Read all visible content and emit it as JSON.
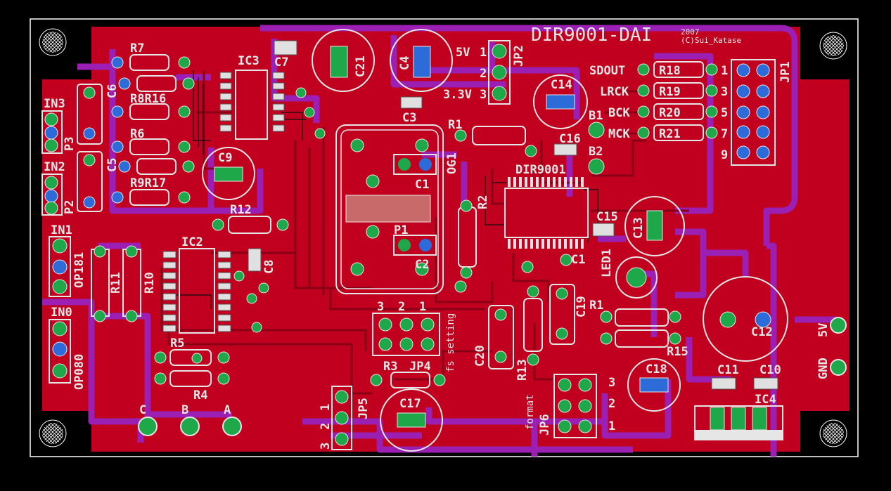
{
  "board": {
    "title": "DIR9001-DAI",
    "year": "2007",
    "copyright": "(C)Sui_Katase",
    "colors": {
      "background": "#000000",
      "copper_top": "#c0001e",
      "trace_bottom": "#9a1fb2",
      "trace_top": "#a8001a",
      "silkscreen": "#e6e6e6",
      "outline": "#ffffff",
      "via_green": "#1fa84a",
      "via_blue": "#2d6bd9"
    }
  },
  "labels": {
    "R7": "R7",
    "R8R16": "R8R16",
    "R6": "R6",
    "R9R17": "R9R17",
    "C6": "C6",
    "C5": "C5",
    "IN3": "IN3",
    "IN2": "IN2",
    "IN1": "IN1",
    "IN0": "IN0",
    "P3": "P3",
    "P2": "P2",
    "OP181": "OP181",
    "OP080": "OP080",
    "IC3": "IC3",
    "C7": "C7",
    "C21": "C21",
    "C4": "C4",
    "C3": "C3",
    "V5": "5V",
    "V33": "3.3V",
    "JP2": "JP2",
    "n1": "1",
    "n2": "2",
    "n3": "3",
    "SDOUT": "SDOUT",
    "LRCK": "LRCK",
    "BCK": "BCK",
    "MCK": "MCK",
    "R18": "R18",
    "R19": "R19",
    "R20": "R20",
    "R21": "R21",
    "JP1": "JP1",
    "n9": "9",
    "n1b": "1",
    "n3b": "3",
    "n5b": "5",
    "n7b": "7",
    "C14": "C14",
    "C16": "C16",
    "B1": "B1",
    "B2": "B2",
    "C9": "C9",
    "R12": "R12",
    "R1": "R1",
    "OG1": "OG1",
    "DIR9001": "DIR9001",
    "C1": "C1",
    "P1": "P1",
    "C2": "C2",
    "R2": "R2",
    "C15": "C15",
    "C13": "C13",
    "IC2": "IC2",
    "C8": "C8",
    "R11": "R11",
    "R10": "R10",
    "R5": "R5",
    "R4": "R4",
    "C": "C",
    "B": "B",
    "A": "A",
    "hdr3": "3",
    "hdr2": "2",
    "hdr1": "1",
    "fs_setting": "fs setting",
    "R3": "R3",
    "JP4": "JP4",
    "JP5": "JP5",
    "C17": "C17",
    "C20": "C20",
    "R13": "R13",
    "C19": "C19",
    "C10b": "C1",
    "LED1": "LED1",
    "R14": "R1",
    "R15": "R15",
    "C12": "C12",
    "C18": "C18",
    "C11": "C11",
    "C10": "C10",
    "IC4": "IC4",
    "V5b": "5V",
    "GND": "GND",
    "format": "format",
    "JP6": "JP6",
    "one": "1",
    "two": "2",
    "three": "3",
    "j1": "1",
    "j2": "2",
    "j3": "3"
  }
}
